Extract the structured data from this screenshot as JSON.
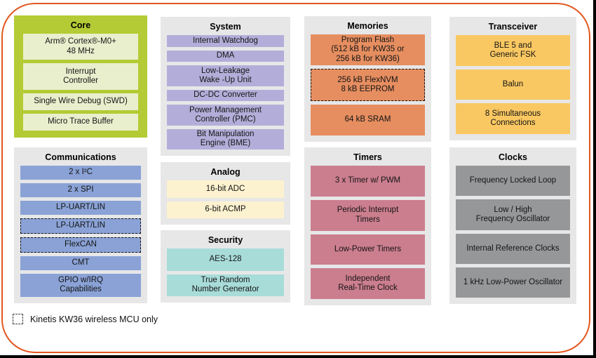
{
  "legend": {
    "label": "Kinetis KW36 wireless MCU only"
  },
  "sections": [
    {
      "title": "Core",
      "items": [
        {
          "label": "Arm® Cortex®-M0+\n48 MHz"
        },
        {
          "label": "Interrupt\nController"
        },
        {
          "label": "Single Wire Debug (SWD)"
        },
        {
          "label": "Micro Trace Buffer"
        }
      ]
    },
    {
      "title": "Communications",
      "items": [
        {
          "label": "2 x I²C"
        },
        {
          "label": "2 x SPI"
        },
        {
          "label": "LP-UART/LIN"
        },
        {
          "label": "LP-UART/LIN",
          "dashed": true
        },
        {
          "label": "FlexCAN",
          "dashed": true
        },
        {
          "label": "CMT"
        },
        {
          "label": "GPIO w/IRQ\nCapabilities"
        }
      ]
    },
    {
      "title": "System",
      "items": [
        {
          "label": "Internal Watchdog"
        },
        {
          "label": "DMA"
        },
        {
          "label": "Low-Leakage\nWake -Up Unit"
        },
        {
          "label": "DC-DC Converter"
        },
        {
          "label": "Power Management\nController (PMC)"
        },
        {
          "label": "Bit Manipulation\nEngine (BME)"
        }
      ]
    },
    {
      "title": "Analog",
      "items": [
        {
          "label": "16-bit ADC"
        },
        {
          "label": "6-bit ACMP"
        }
      ]
    },
    {
      "title": "Security",
      "items": [
        {
          "label": "AES-128"
        },
        {
          "label": "True Random\nNumber Generator"
        }
      ]
    },
    {
      "title": "Memories",
      "items": [
        {
          "label": "Program Flash\n(512 kB for KW35 or\n256 kB for KW36)"
        },
        {
          "label": "256 kB FlexNVM\n8 kB EEPROM",
          "dashed": true
        },
        {
          "label": "64 kB SRAM"
        }
      ]
    },
    {
      "title": "Timers",
      "items": [
        {
          "label": "3 x Timer w/ PWM"
        },
        {
          "label": "Periodic Interrupt\nTimers"
        },
        {
          "label": "Low-Power Timers"
        },
        {
          "label": "Independent\nReal-Time Clock"
        }
      ]
    },
    {
      "title": "Transceiver",
      "items": [
        {
          "label": "BLE 5 and\nGeneric FSK"
        },
        {
          "label": "Balun"
        },
        {
          "label": "8 Simultaneous\nConnections"
        }
      ]
    },
    {
      "title": "Clocks",
      "items": [
        {
          "label": "Frequency Locked Loop"
        },
        {
          "label": "Low / High\nFrequency Oscillator"
        },
        {
          "label": "Internal Reference Clocks"
        },
        {
          "label": "1 kHz Low-Power Oscillator"
        }
      ]
    }
  ],
  "colors": {
    "frame_border": "#e2571f",
    "panel_bg": "#e7e7e8",
    "core_bg": "#b5cb35",
    "core_item": "#e9efcd",
    "communications_item": "#8aa2d6",
    "system_item": "#b3aed9",
    "analog_item": "#fdf2cf",
    "security_item": "#a8dcd9",
    "memories_item": "#e68e60",
    "timers_item": "#cb7e8e",
    "transceiver_item": "#fac862",
    "clocks_item": "#969799",
    "dashed_border": "#111111"
  }
}
